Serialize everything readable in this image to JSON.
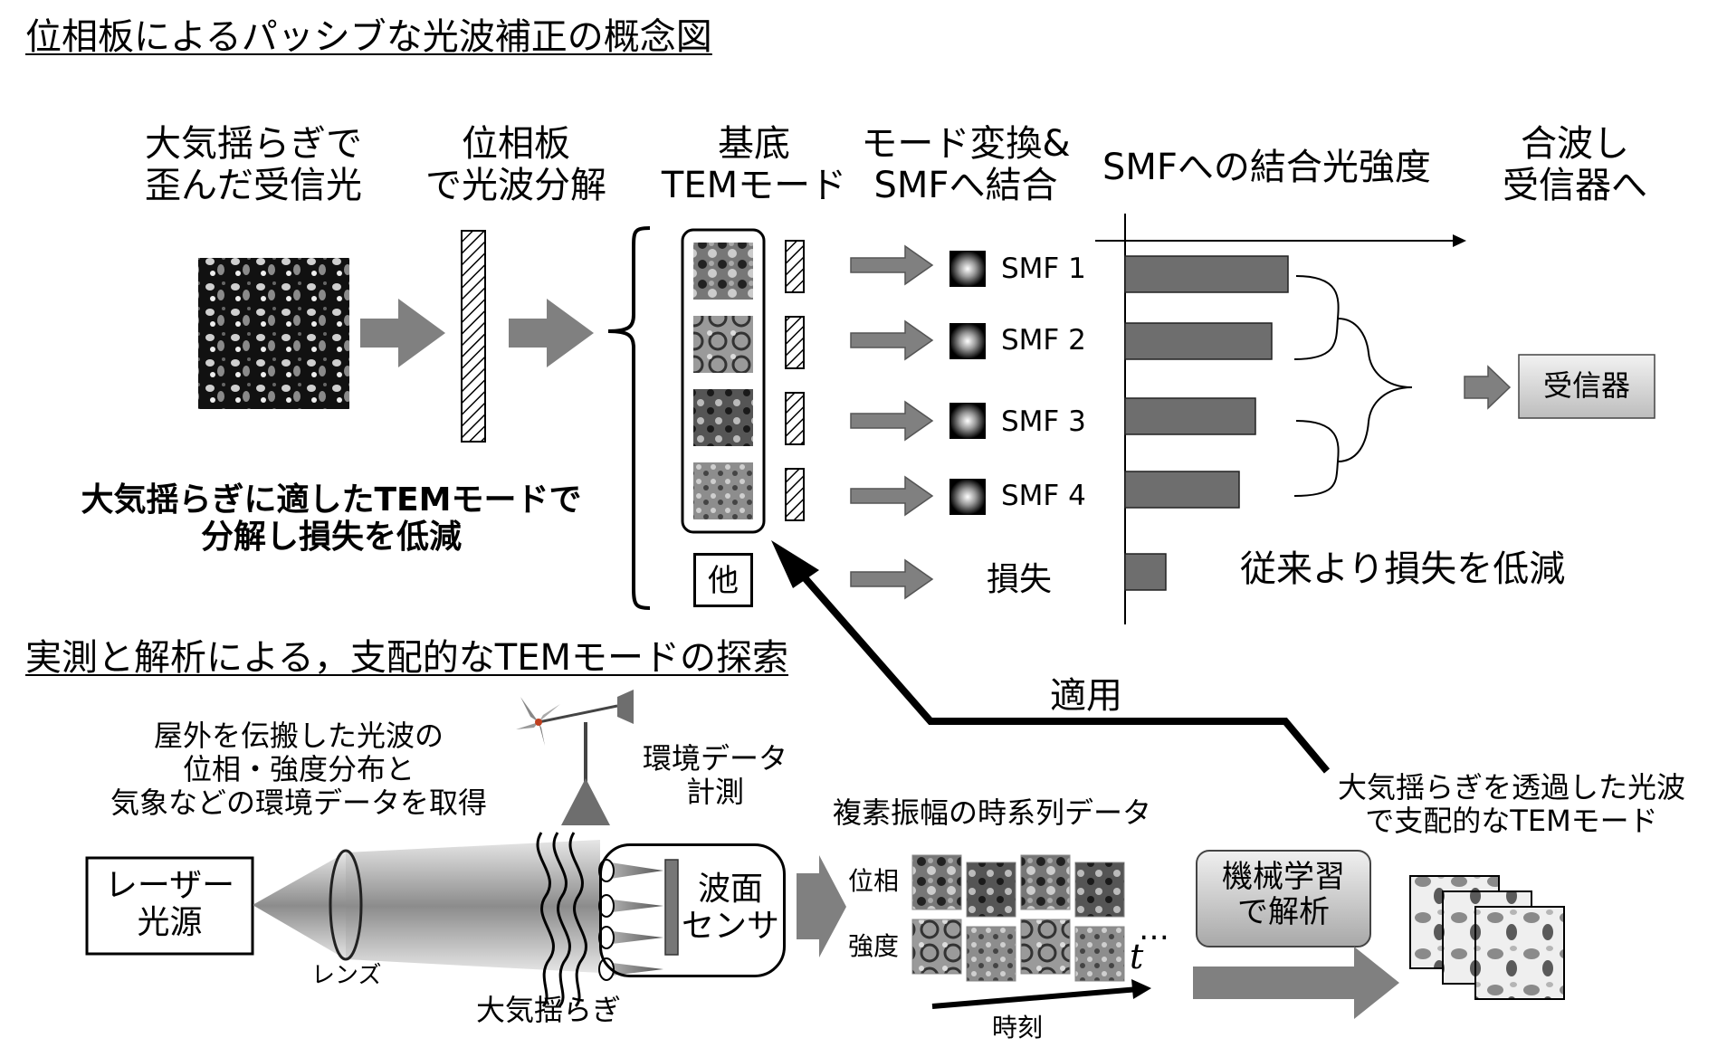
{
  "top": {
    "title": "位相板によるパッシブな光波補正の概念図",
    "col1": {
      "line1": "大気揺らぎで",
      "line2": "歪んだ受信光"
    },
    "col2": {
      "line1": "位相板",
      "line2": "で光波分解"
    },
    "col3": {
      "line1": "基底",
      "line2": "TEMモード"
    },
    "col4": {
      "line1": "モード変換&",
      "line2": "SMFへ結合"
    },
    "col5": "SMFへの結合光強度",
    "col6": {
      "line1": "合波し",
      "line2": "受信器へ"
    },
    "other_mode": "他",
    "smf_labels": [
      "SMF 1",
      "SMF 2",
      "SMF 3",
      "SMF 4"
    ],
    "loss_label": "損失",
    "receiver": "受信器",
    "note": {
      "line1": "大気揺らぎに適したTEMモードで",
      "line2": "分解し損失を低減"
    },
    "result": "従来より損失を低減",
    "bar_values": [
      1.0,
      0.9,
      0.8,
      0.7,
      0.25
    ]
  },
  "bottom": {
    "title": "実測と解析による，支配的なTEMモードの探索",
    "apply": "適用",
    "acquire": {
      "line1": "屋外を伝搬した光波の",
      "line2": "位相・強度分布と",
      "line3": "気象などの環境データを取得"
    },
    "env": {
      "line1": "環境データ",
      "line2": "計測"
    },
    "laser": {
      "line1": "レーザー",
      "line2": "光源"
    },
    "lens": "レンズ",
    "turbulence": "大気揺らぎ",
    "sensor": {
      "line1": "波面",
      "line2": "センサ"
    },
    "timeseries": "複素振幅の時系列データ",
    "phase": "位相",
    "intensity": "強度",
    "time_var": "t",
    "ellipsis": "…",
    "time": "時刻",
    "ml": {
      "line1": "機械学習",
      "line2": "で解析"
    },
    "dominant": {
      "line1": "大気揺らぎを透過した光波",
      "line2": "で支配的なTEMモード"
    }
  },
  "colors": {
    "arrow": "#808080",
    "bar": "#6e6e6e",
    "receiver_fill": "#d8d8d8"
  }
}
